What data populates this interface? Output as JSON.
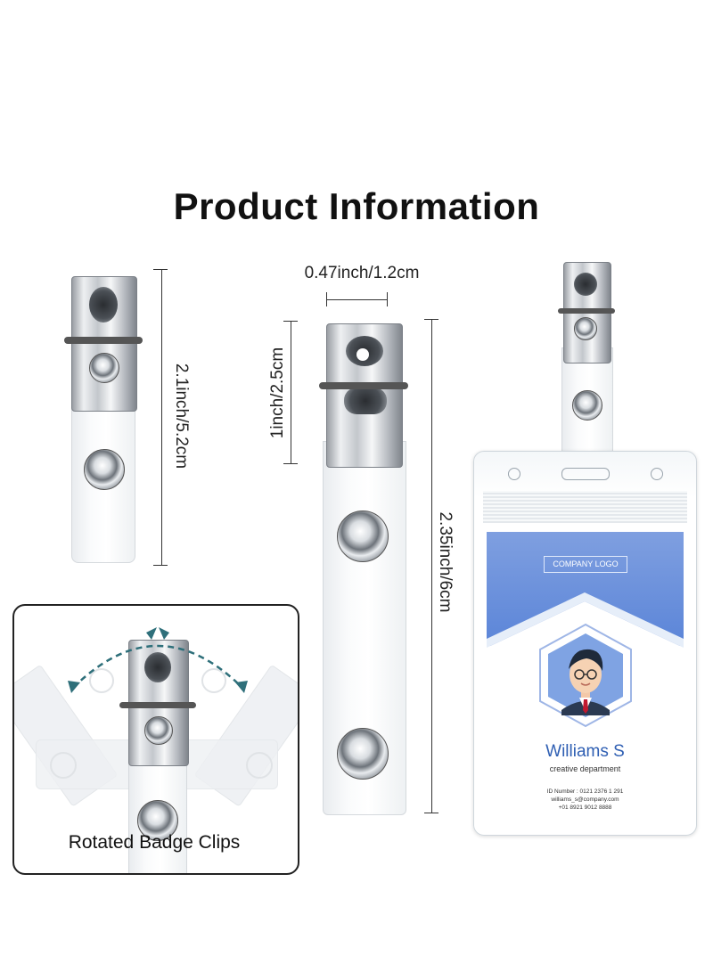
{
  "title": "Product Information",
  "dimensions": {
    "width_label": "0.47inch/1.2cm",
    "clip_height_label": "1inch/2.5cm",
    "total_height_label": "2.35inch/6cm",
    "left_height_label": "2.1inch/5.2cm"
  },
  "inset": {
    "caption": "Rotated Badge Clips"
  },
  "id_card": {
    "logo_text": "COMPANY LOGO",
    "name": "Williams S",
    "department": "creative department",
    "id_number": "ID Number : 0121 2376 1 291",
    "email": "williams_s@company.com",
    "phone": "+01 8921 9012 8888"
  },
  "colors": {
    "card_blue": "#5b85d8",
    "name_blue": "#2f5fb3",
    "arrow_teal": "#2e6f7a"
  }
}
